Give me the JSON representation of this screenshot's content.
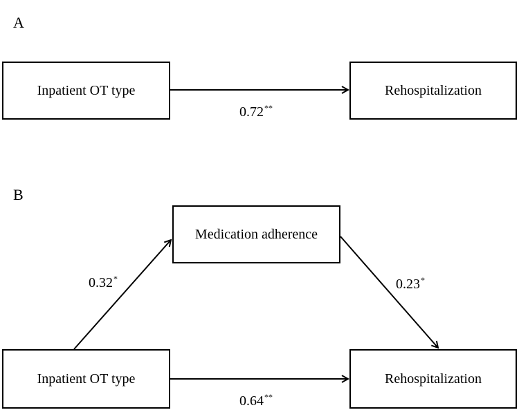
{
  "panel_a": {
    "label": "A",
    "predictor": "Inpatient OT type",
    "outcome": "Rehospitalization",
    "path_c": {
      "value": "0.72",
      "sig": "**"
    }
  },
  "panel_b": {
    "label": "B",
    "predictor": "Inpatient OT type",
    "mediator": "Medication adherence",
    "outcome": "Rehospitalization",
    "path_a": {
      "value": "0.32",
      "sig": "*"
    },
    "path_b": {
      "value": "0.23",
      "sig": "*"
    },
    "path_c_prime": {
      "value": "0.64",
      "sig": "**"
    }
  }
}
